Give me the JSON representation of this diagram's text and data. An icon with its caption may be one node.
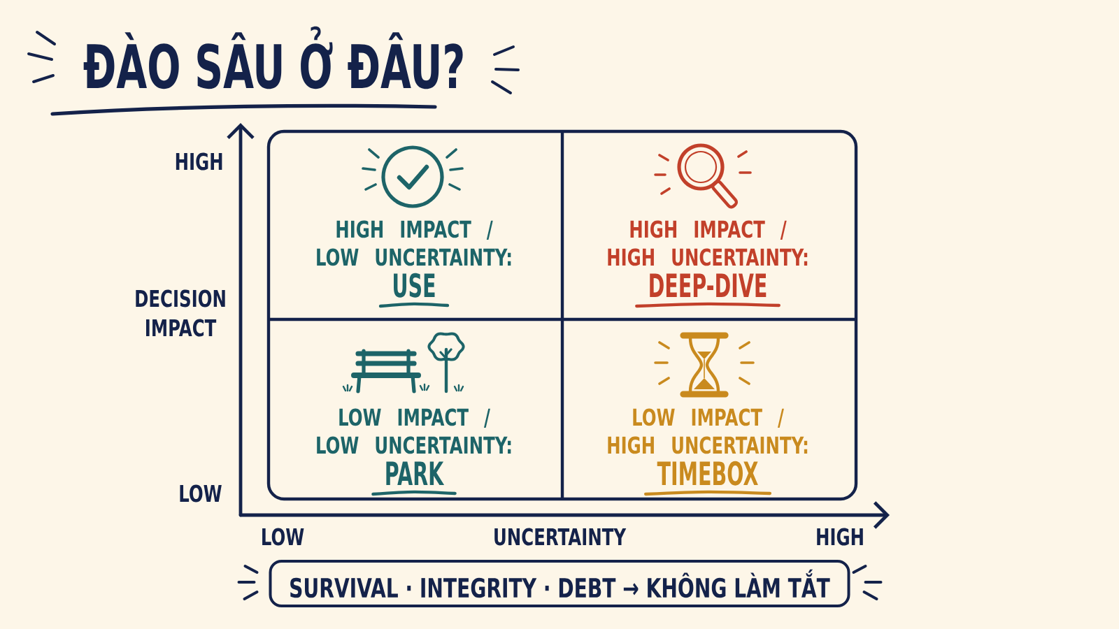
{
  "diagram": {
    "title": "ĐÀO SÂU Ở ĐÂU?",
    "nodes": [
      {
        "text": [],
        "shape": "box"
      },
      {
        "text": [
          "HIGH IMPACT / LOW UNCERTAINTY:",
          "USE"
        ],
        "in": 0
      },
      {
        "text": [
          "HIGH IMPACT / HIGH UNCERTAINTY:",
          "DEEP-DIVE"
        ],
        "in": 0
      },
      {
        "text": [
          "LOW IMPACT / LOW UNCERTAINTY:",
          "PARK"
        ],
        "in": 0
      },
      {
        "text": [
          "LOW IMPACT / HIGH UNCERTAINTY:",
          "TIMEBOX"
        ],
        "in": 0
      },
      {
        "text": [
          "SURVIVAL · INTEGRITY · DEBT → KHÔNG LÀM TẮT"
        ]
      }
    ],
    "labels": [
      "HIGH",
      "DECISION IMPACT",
      "LOW",
      "LOW",
      "UNCERTAINTY",
      "HIGH"
    ]
  }
}
